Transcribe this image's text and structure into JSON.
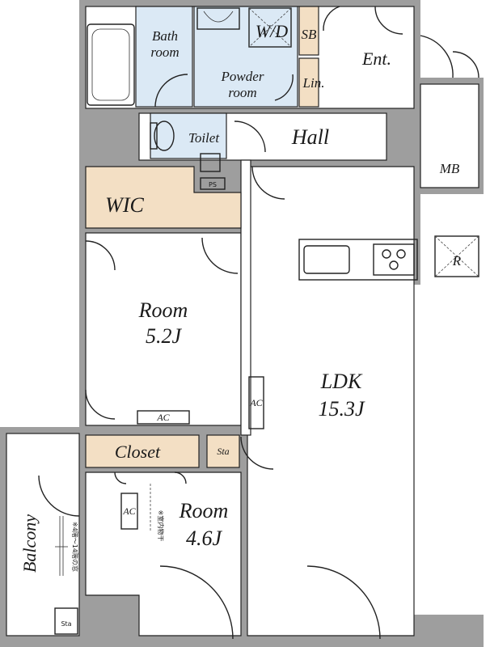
{
  "rooms": {
    "bath": "Bath",
    "bath2": "room",
    "wd": "W/D",
    "sb": "SB",
    "entrance": "Ent.",
    "powder": "Powder",
    "powder2": "room",
    "linen": "Lin.",
    "toilet": "Toilet",
    "hall": "Hall",
    "mb": "MB",
    "wic": "WIC",
    "ps": "PS",
    "refrigerator": "R",
    "room1": "Room",
    "room1_size": "5.2J",
    "ac1": "AC",
    "ac2": "AC",
    "ac3": "AC",
    "ldk": "LDK",
    "ldk_size": "15.3J",
    "closet": "Closet",
    "storage1": "Sta",
    "storage2": "Sta",
    "room2": "Room",
    "room2_size": "4.6J",
    "balcony": "Balcony",
    "note_window": "※4階～14階の窓",
    "note_dryer": "※室内物干"
  },
  "colors": {
    "wall": "#9e9e9e",
    "wet_area": "#dbe9f5",
    "storage": "#f3dfc4",
    "background": "#ffffff"
  }
}
